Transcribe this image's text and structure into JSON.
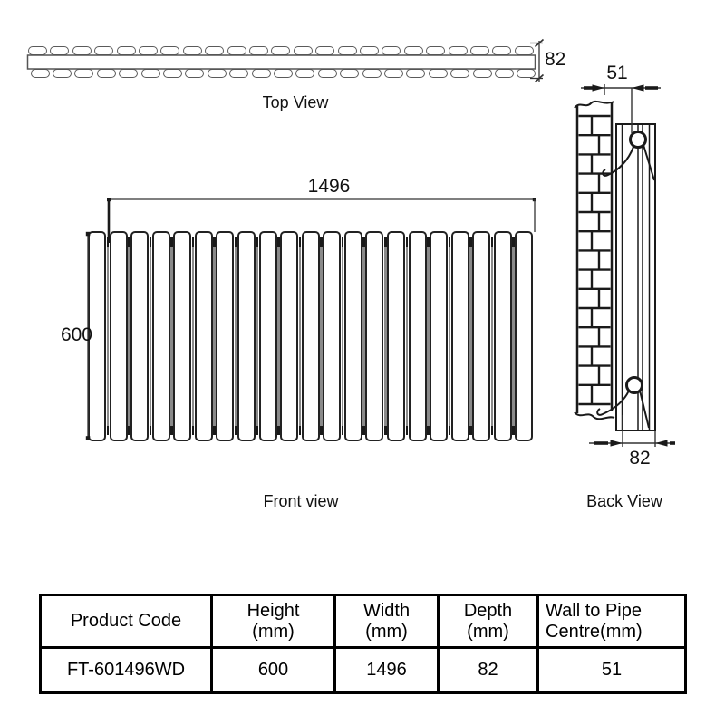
{
  "views": {
    "top": {
      "label": "Top View",
      "depth_dim": "82",
      "oval_count": 23
    },
    "front": {
      "label": "Front view",
      "width_dim": "1496",
      "height_dim": "600",
      "panel_count": 21
    },
    "back": {
      "label": "Back View",
      "wall_to_pipe_dim": "51",
      "depth_dim": "82",
      "brick_courses": 15
    }
  },
  "table": {
    "headers": [
      {
        "line1": "Product Code",
        "line2": ""
      },
      {
        "line1": "Height",
        "line2": "(mm)"
      },
      {
        "line1": "Width",
        "line2": "(mm)"
      },
      {
        "line1": "Depth",
        "line2": "(mm)"
      },
      {
        "line1": "Wall to Pipe",
        "line2": "Centre(mm)"
      }
    ],
    "rows": [
      [
        "FT-601496WD",
        "600",
        "1496",
        "82",
        "51"
      ]
    ]
  },
  "colors": {
    "line": "#1a1a1a",
    "dim_line": "#333333",
    "secondary_line": "#555555",
    "panel_gap": "#8a8a8a"
  }
}
